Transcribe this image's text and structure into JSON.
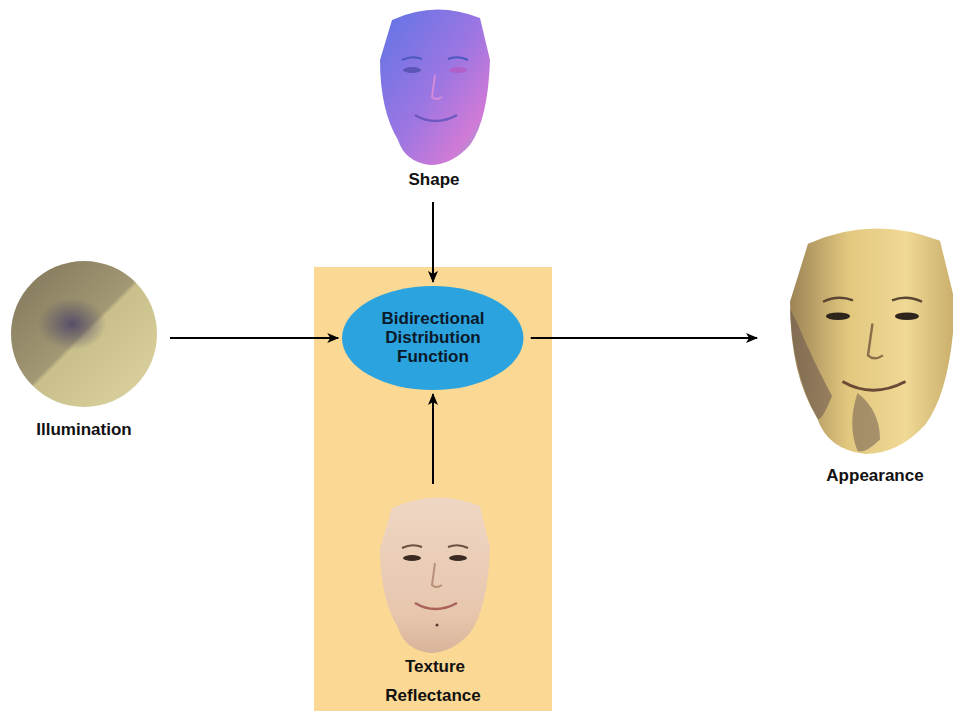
{
  "diagram": {
    "nodes": [
      {
        "text": [
          "Shape"
        ]
      },
      {
        "text": [
          "Illumination"
        ]
      },
      {
        "text": [
          "Reflectance"
        ]
      },
      {
        "text": [
          "Bidirectional Distribution Function"
        ],
        "in": 2
      },
      {
        "text": [
          "Texture"
        ],
        "in": 2
      },
      {
        "text": [
          "Appearance"
        ]
      }
    ],
    "edges": [
      {
        "from": 0,
        "to": 3,
        "arrow": "to"
      },
      {
        "from": 1,
        "to": 3,
        "arrow": "to"
      },
      {
        "from": 4,
        "to": 3,
        "arrow": "to"
      },
      {
        "from": 3,
        "to": 5,
        "arrow": "to"
      }
    ]
  }
}
